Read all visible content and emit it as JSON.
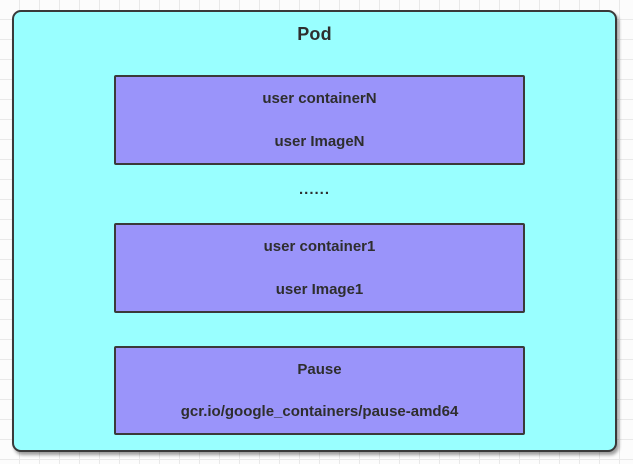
{
  "colors": {
    "canvas_bg": "#fcfcfc",
    "grid_line": "#e9e9e9",
    "pod_fill": "#99ffff",
    "container_fill": "#9a94fa",
    "shape_border": "#3a3a3a",
    "text": "#2e2e2e"
  },
  "pod": {
    "title": "Pod",
    "ellipsis": "......",
    "containers": [
      {
        "name": "user containerN",
        "image": "user ImageN"
      },
      {
        "name": "user container1",
        "image": "user Image1"
      },
      {
        "name": "Pause",
        "image": "gcr.io/google_containers/pause-amd64"
      }
    ]
  }
}
